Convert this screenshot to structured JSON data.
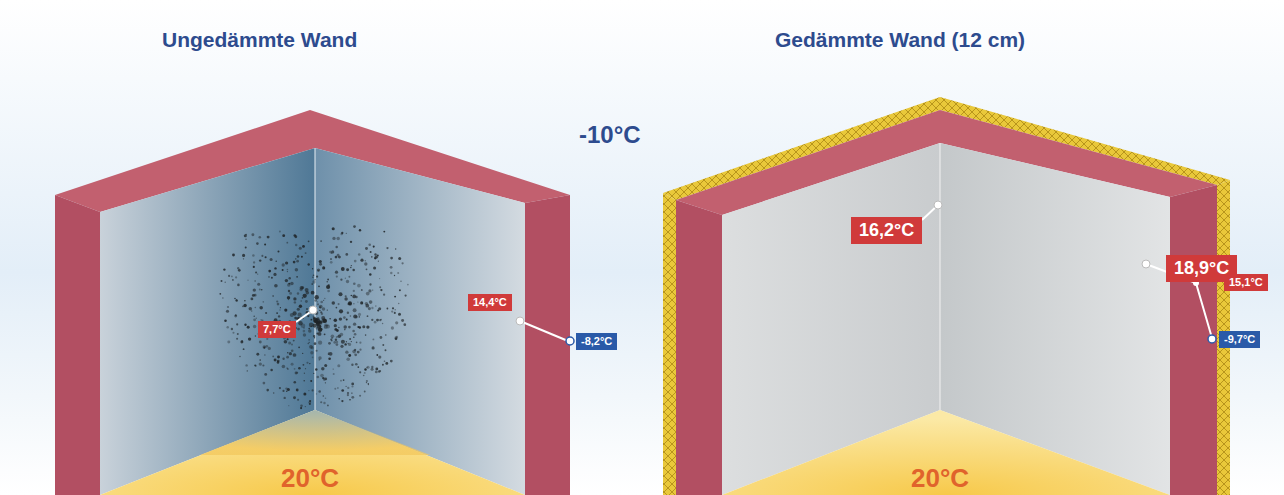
{
  "diagram": {
    "nodes": [
      {
        "text": [
          "7,7°C"
        ]
      },
      {
        "text": [
          "14,4°C"
        ]
      },
      {
        "text": [
          "-8,2°C"
        ]
      },
      {
        "text": [
          "16,2°C"
        ]
      },
      {
        "text": [
          "18,9°C"
        ]
      },
      {
        "text": [
          "15,1°C"
        ]
      },
      {
        "text": [
          "-9,7°C"
        ]
      }
    ],
    "labels": [
      "Ungedämmte Wand",
      "Gedämmte Wand (12 cm)",
      "-10°C",
      "20°C",
      "20°C"
    ]
  }
}
